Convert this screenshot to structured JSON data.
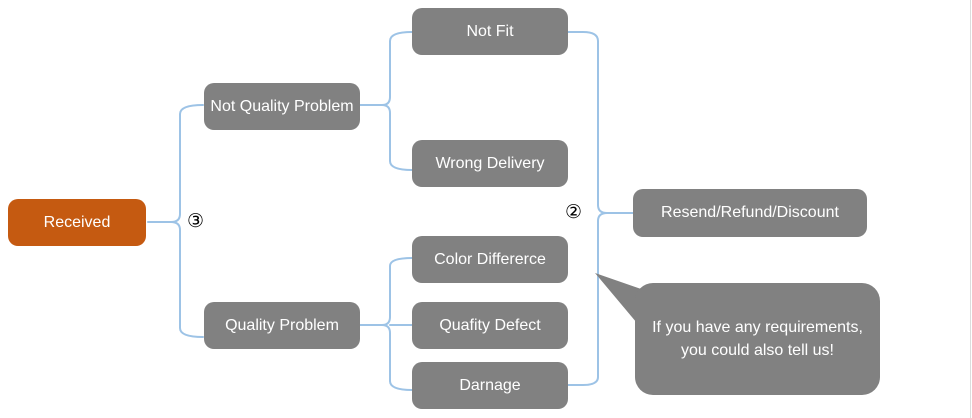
{
  "diagram": {
    "nodes": {
      "received": "Received",
      "not_quality_problem": "Not Quality Problem",
      "quality_problem": "Quality Problem",
      "not_fit": "Not Fit",
      "wrong_delivery": "Wrong Delivery",
      "color_difference": "Color Differerce",
      "quality_defect": "Quafity Defect",
      "damage": "Darnage",
      "resolution": "Resend/Refund/Discount"
    },
    "callout_text": "If you have any requirements, you could also tell us!",
    "labels": {
      "branch_received": "③",
      "branch_resolution": "②"
    },
    "colors": {
      "received_fill": "#C55A11",
      "node_fill": "#818181",
      "connector": "#9DC3E6",
      "text": "#FFFFFF",
      "label_text": "#000000",
      "background": "#FFFFFF"
    }
  }
}
